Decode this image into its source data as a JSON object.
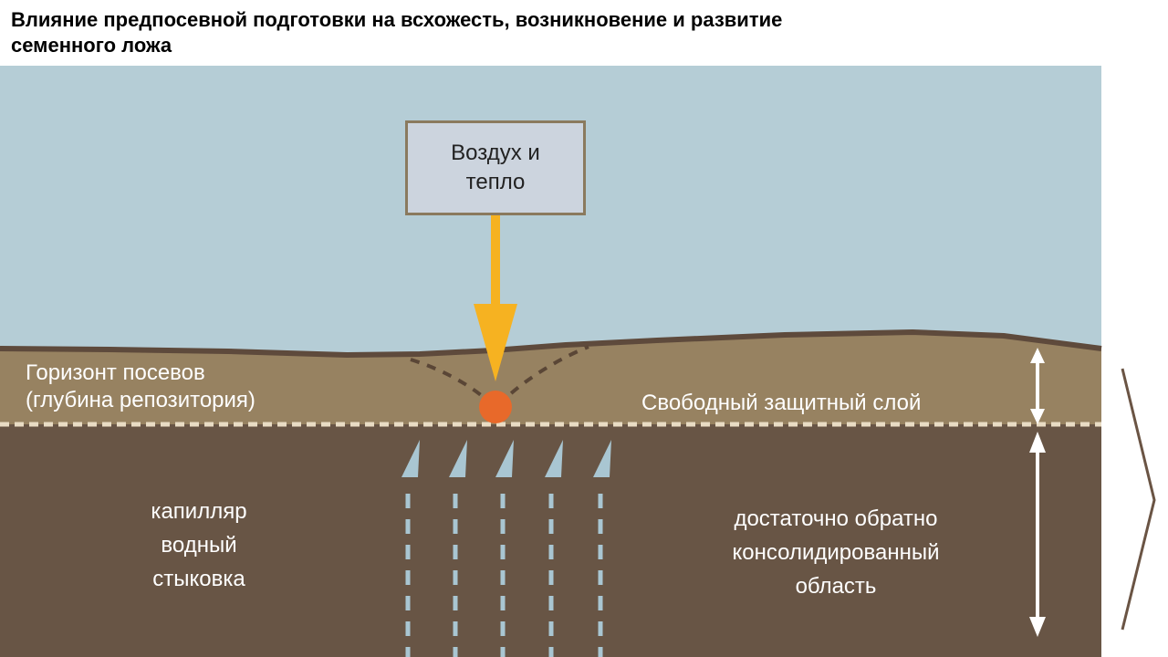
{
  "title": {
    "line1": "Влияние предпосевной подготовки на всхожесть, возникновение и развитие",
    "line2": "семенного ложа"
  },
  "air_box": {
    "line1": "Воздух и",
    "line2": "тепло"
  },
  "left_top_label": {
    "line1": "Горизонт посевов",
    "line2": "(глубина репозитория)"
  },
  "right_top_label": "Свободный защитный слой",
  "left_bottom_label": {
    "line1": "капилляр",
    "line2": "водный",
    "line3": "стыковка"
  },
  "right_bottom_label": {
    "line1": "достаточно обратно",
    "line2": "консолидированный",
    "line3": "область"
  },
  "colors": {
    "sky": "#b5cdd6",
    "topsoil": "#978261",
    "subsoil": "#685545",
    "surface_line": "#5e4a3c",
    "arrow": "#f6b221",
    "seed": "#e8692a",
    "water_arrow": "#a9c6d2",
    "boundary_dash": "#e9dcc4"
  },
  "icons": [
    "downward-arrow-icon",
    "seed-icon",
    "double-arrow-icon",
    "bracket-icon"
  ]
}
